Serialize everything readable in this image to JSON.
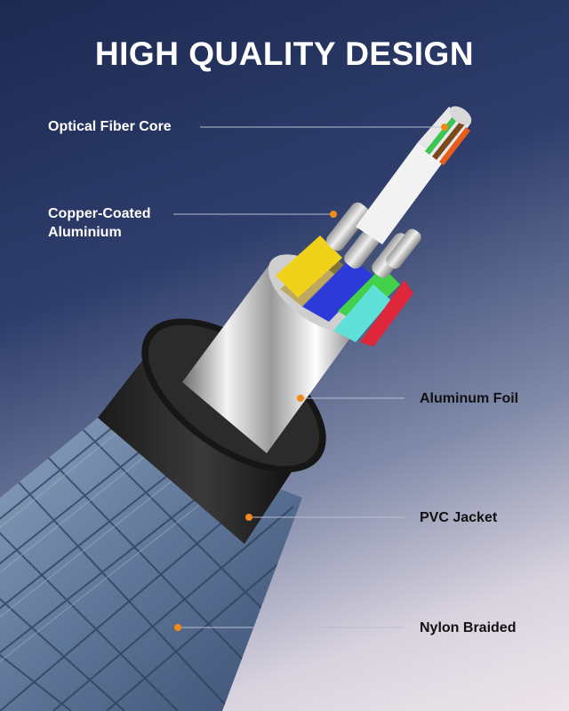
{
  "title": "HIGH QUALITY DESIGN",
  "labels": {
    "optical_fiber_core": "Optical Fiber Core",
    "copper_coated_line1": "Copper-Coated",
    "copper_coated_line2": "Aluminium",
    "aluminum_foil": "Aluminum Foil",
    "pvc_jacket": "PVC Jacket",
    "nylon_braided": "Nylon Braided"
  },
  "colors": {
    "marker": "#f28a1a",
    "wire_yellow": "#f1d21a",
    "wire_blue": "#2b3ad8",
    "wire_green": "#43d04a",
    "wire_cyan": "#5fe0d8",
    "wire_red": "#e0263a",
    "jacket": "#111111",
    "braid": "#6e86a6"
  }
}
